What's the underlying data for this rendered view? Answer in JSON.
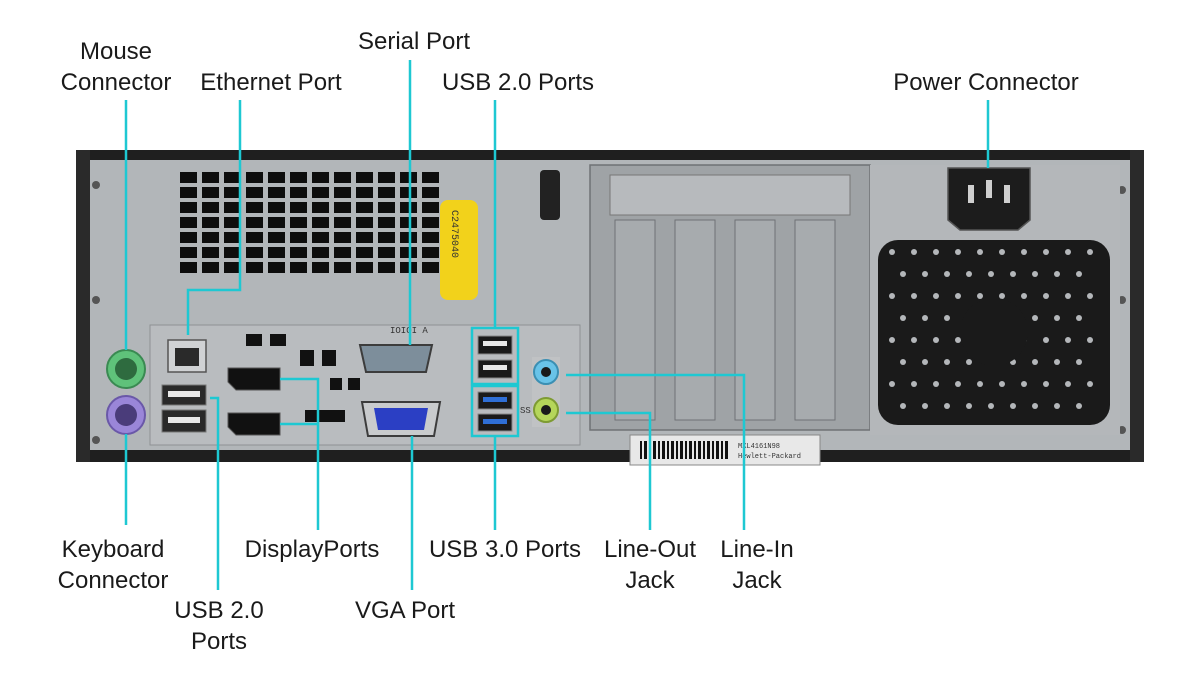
{
  "colors": {
    "callout": "#1ec8d2",
    "chassis": "#1e1e1e",
    "panel": "#a9adb0",
    "vga": "#2b3fc4",
    "ps2_mouse": "#5fc27a",
    "ps2_keyboard": "#9a86d8",
    "label_tag": "#f2d21b",
    "line_in": "#69c3e8",
    "line_out": "#b5d65a"
  },
  "labels": {
    "mouse": {
      "line1": "Mouse",
      "line2": "Connector"
    },
    "ethernet": "Ethernet Port",
    "serial": "Serial Port",
    "usb2_top": "USB 2.0 Ports",
    "power": "Power Connector",
    "keyboard": {
      "line1": "Keyboard",
      "line2": "Connector"
    },
    "usb2_bottom": {
      "line1": "USB 2.0",
      "line2": "Ports"
    },
    "displayports": "DisplayPorts",
    "vga": "VGA Port",
    "usb3": "USB 3.0 Ports",
    "line_out": {
      "line1": "Line-Out",
      "line2": "Jack"
    },
    "line_in": {
      "line1": "Line-In",
      "line2": "Jack"
    }
  },
  "device_markings": {
    "yellow_tag": "C2475040",
    "serial_mark": "IOIOI A",
    "ss_mark": "SS",
    "sticker_line1": "MXL4161N98",
    "sticker_line2": "Hewlett-Packard"
  }
}
